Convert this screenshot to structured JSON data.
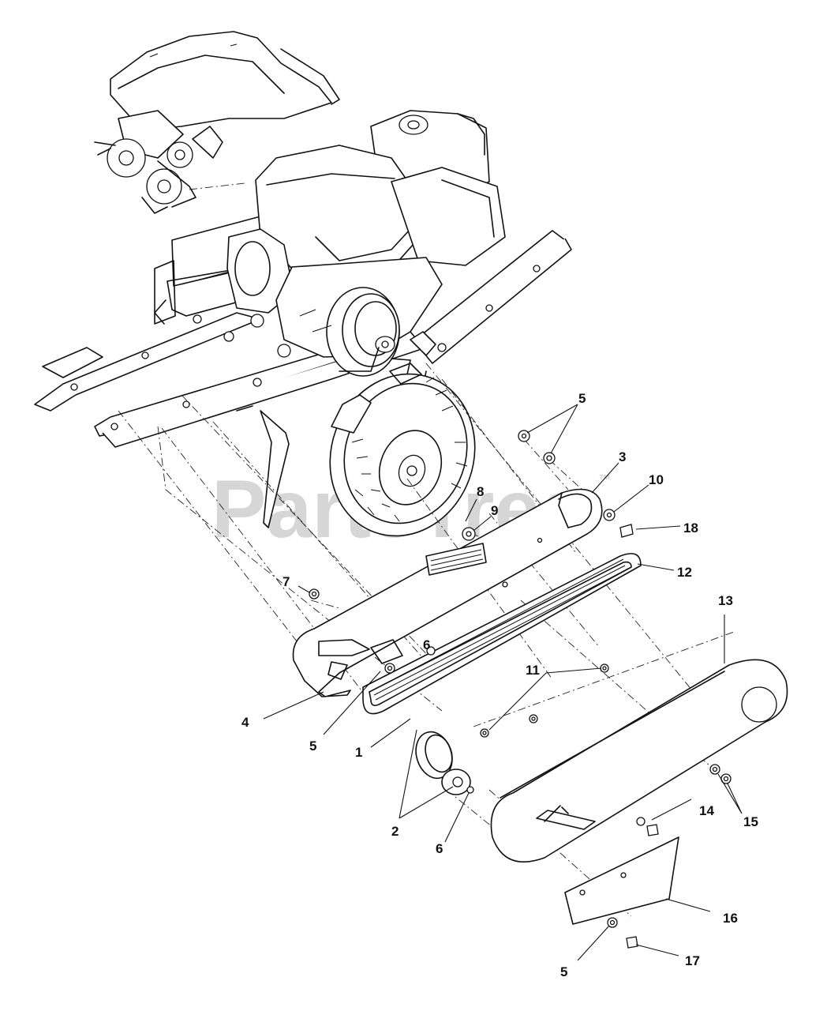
{
  "watermark": {
    "text": "PartsTree",
    "trademark": "™"
  },
  "callouts": {
    "c1": "1",
    "c2": "2",
    "c3": "3",
    "c4": "4",
    "c5a": "5",
    "c5b": "5",
    "c5c": "5",
    "c6a": "6",
    "c6b": "6",
    "c7": "7",
    "c8": "8",
    "c9": "9",
    "c10": "10",
    "c11": "11",
    "c12": "12",
    "c13": "13",
    "c14": "14",
    "c15": "15",
    "c16": "16",
    "c17": "17",
    "c18": "18"
  }
}
